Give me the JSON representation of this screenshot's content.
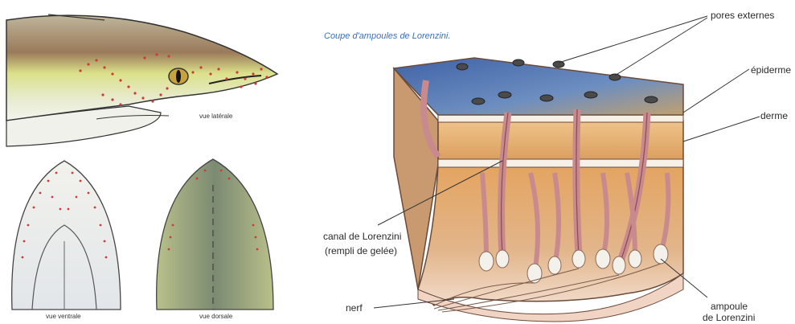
{
  "figure": {
    "left_panel": {
      "lateral_caption": "vue latérale",
      "ventral_caption": "vue ventrale",
      "dorsal_caption": "vue dorsale"
    },
    "right_panel": {
      "title": "Coupe d'ampoules de Lorenzini.",
      "labels": {
        "pores": "pores externes",
        "epidermis": "épiderme",
        "dermis": "derme",
        "canal_line1": "canal de Lorenzini",
        "canal_line2": "(rempli de gelée)",
        "nerve": "nerf",
        "ampoule_line1": "ampoule",
        "ampoule_line2": "de Lorenzini"
      }
    },
    "colors": {
      "pore_dots": "#d23a3a",
      "title_text": "#3a6fc0",
      "epidermis_top": "#5a7fb8",
      "dermis": "#e0a865",
      "canal": "#c78a8a"
    }
  }
}
